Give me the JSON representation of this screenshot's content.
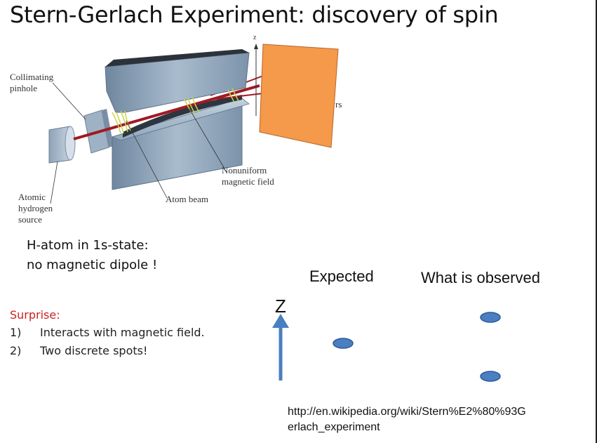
{
  "slide": {
    "title": "Stern-Gerlach Experiment: discovery of spin"
  },
  "diagram": {
    "labels": {
      "collimating_pinhole": [
        "Collimating",
        "pinhole"
      ],
      "atomic_hydrogen_source": [
        "Atomic",
        "hydrogen",
        "source"
      ],
      "atom_beam": "Atom beam",
      "nonuniform_field": [
        "Nonuniform",
        "magnetic field"
      ],
      "z_axis": "z",
      "detectors_partial": "rs"
    },
    "colors": {
      "magnet": "#8fa6bd",
      "beam": "#a01a22",
      "field_lines": "#c9d64a",
      "detector_plate": "#f5994a"
    }
  },
  "note": {
    "line1": "H-atom in 1s-state:",
    "line2": "no magnetic dipole !"
  },
  "surprise": {
    "heading": "Surprise:",
    "items": [
      {
        "num": "1)",
        "text": "Interacts with magnetic field."
      },
      {
        "num": "2)",
        "text": "Two discrete spots!"
      }
    ],
    "heading_color": "#cc2222"
  },
  "comparison": {
    "axis_label": "Z",
    "expected_label": "Expected",
    "observed_label": "What is observed",
    "spot_color": "#4a7fc1",
    "arrow_color": "#4a7fc1"
  },
  "source": {
    "line1": "http://en.wikipedia.org/wiki/Stern%E2%80%93G",
    "line2": "erlach_experiment"
  }
}
